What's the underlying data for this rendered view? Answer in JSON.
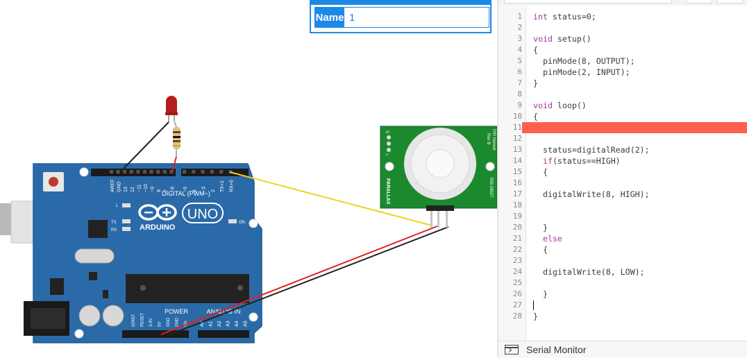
{
  "inspector": {
    "name_label": "Name",
    "name_value": "1"
  },
  "board": {
    "brand": "ARDUINO",
    "model": "UNO",
    "digital_label": "DIGITAL (PWM~)",
    "power_label": "POWER",
    "analog_label": "ANALOG IN",
    "on_label": "ON",
    "l_label": "L",
    "tx_label": "TX",
    "rx_label": "RX",
    "digital_pins": [
      "AREF",
      "GND",
      "13",
      "12",
      "~11",
      "~10",
      "~9",
      "8",
      "7",
      "~6",
      "~5",
      "4",
      "~3",
      "2",
      "TX+1",
      "RX+0"
    ],
    "power_pins": [
      "IOREF",
      "RESET",
      "3.3V",
      "5V",
      "GND",
      "GND",
      "Vin"
    ],
    "analog_pins": [
      "A0",
      "A1",
      "A2",
      "A3",
      "A4",
      "A5"
    ],
    "colors": {
      "board": "#2b6aa8",
      "wire_signal": "#f0d21a",
      "wire_power": "#e02020",
      "wire_ground": "#222222"
    }
  },
  "pir_sensor": {
    "title": "PIR Sensor",
    "rev": "Rev B",
    "part_number": "555-28027",
    "brand": "PARALLAX",
    "jumper_labels": [
      "S",
      "L"
    ]
  },
  "editor": {
    "lines": [
      {
        "n": "1",
        "text": "int status=0;",
        "kw": [
          "int"
        ]
      },
      {
        "n": "2",
        "text": "",
        "kw": []
      },
      {
        "n": "3",
        "text": "void setup()",
        "kw": [
          "void"
        ]
      },
      {
        "n": "4",
        "text": "{",
        "kw": []
      },
      {
        "n": "5",
        "text": "  pinMode(8, OUTPUT);",
        "kw": []
      },
      {
        "n": "6",
        "text": "  pinMode(2, INPUT);",
        "kw": []
      },
      {
        "n": "7",
        "text": "}",
        "kw": []
      },
      {
        "n": "8",
        "text": "",
        "kw": []
      },
      {
        "n": "9",
        "text": "void loop()",
        "kw": [
          "void"
        ]
      },
      {
        "n": "10",
        "text": "{",
        "kw": []
      },
      {
        "n": "11",
        "text": "",
        "kw": [],
        "highlight": true
      },
      {
        "n": "12",
        "text": "",
        "kw": []
      },
      {
        "n": "13",
        "text": "  status=digitalRead(2);",
        "kw": []
      },
      {
        "n": "14",
        "text": "  if(status==HIGH)",
        "kw": [
          "if"
        ]
      },
      {
        "n": "15",
        "text": "  {",
        "kw": []
      },
      {
        "n": "16",
        "text": "",
        "kw": []
      },
      {
        "n": "17",
        "text": "  digitalWrite(8, HIGH);",
        "kw": []
      },
      {
        "n": "18",
        "text": "",
        "kw": []
      },
      {
        "n": "19",
        "text": "",
        "kw": []
      },
      {
        "n": "20",
        "text": "  }",
        "kw": []
      },
      {
        "n": "21",
        "text": "  else",
        "kw": [
          "else"
        ]
      },
      {
        "n": "22",
        "text": "  {",
        "kw": []
      },
      {
        "n": "23",
        "text": "",
        "kw": []
      },
      {
        "n": "24",
        "text": "  digitalWrite(8, LOW);",
        "kw": []
      },
      {
        "n": "25",
        "text": "",
        "kw": []
      },
      {
        "n": "26",
        "text": "  }",
        "kw": []
      },
      {
        "n": "27",
        "text": "",
        "kw": [],
        "cursor": true
      },
      {
        "n": "28",
        "text": "}",
        "kw": []
      }
    ],
    "highlight_color": "#ff5f4f",
    "keyword_color": "#a3379a"
  },
  "serial_monitor": {
    "label": "Serial Monitor",
    "icon": "serial-monitor-icon"
  }
}
